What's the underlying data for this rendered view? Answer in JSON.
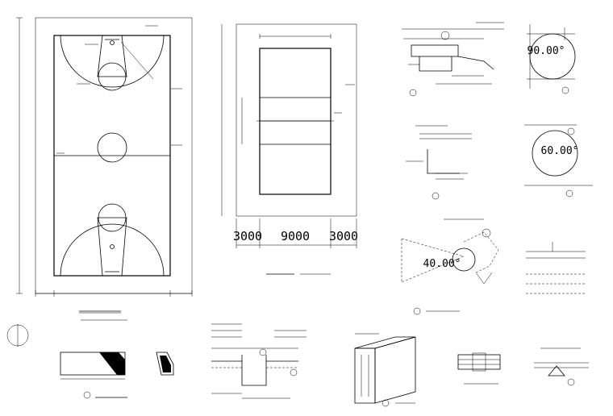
{
  "volleyball_dims": {
    "left": "3000",
    "mid": "9000",
    "right": "3000"
  },
  "detail_angles": {
    "a1": "90.00°",
    "a2": "60.00°",
    "a3": "40.00°"
  }
}
